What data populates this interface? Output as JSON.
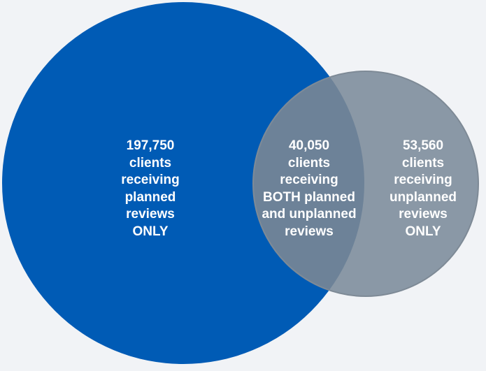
{
  "venn": {
    "colors": {
      "planned": "#005bb5",
      "unplanned": "#8a98a6",
      "overlap": "#6d8298",
      "background": "#f1f3f6"
    },
    "sets": [
      {
        "key": "planned_only",
        "lines": [
          "197,750",
          "clients",
          "receiving",
          "planned",
          "reviews",
          "ONLY"
        ]
      },
      {
        "key": "both",
        "lines": [
          "40,050",
          "clients",
          "receiving",
          "BOTH planned",
          "and unplanned",
          "reviews"
        ]
      },
      {
        "key": "unplanned_only",
        "lines": [
          "53,560",
          "clients",
          "receiving",
          "unplanned",
          "reviews",
          "ONLY"
        ]
      }
    ]
  }
}
